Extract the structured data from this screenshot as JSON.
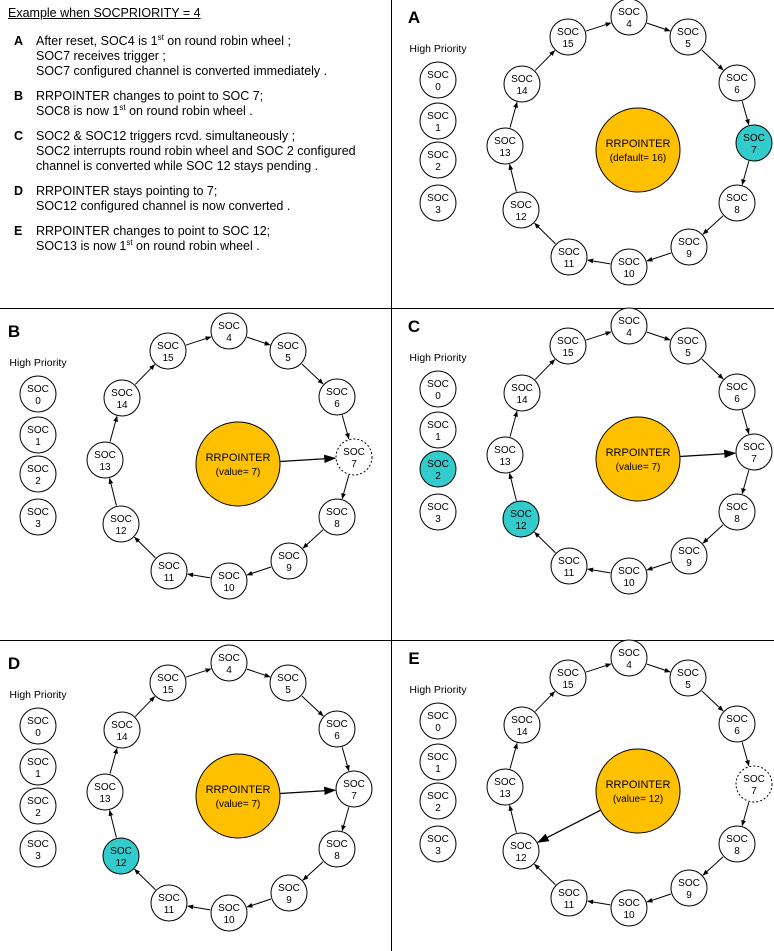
{
  "intro": {
    "title": "Example when SOCPRIORITY  = 4",
    "steps": [
      {
        "letter": "A",
        "lines": [
          {
            "parts": [
              {
                "t": "After reset, SOC4 is 1"
              },
              {
                "t": "st",
                "sup": true
              },
              {
                "t": " on round robin wheel ;"
              }
            ]
          },
          {
            "parts": [
              {
                "t": "SOC7 receives trigger ;"
              }
            ]
          },
          {
            "parts": [
              {
                "t": "SOC7 configured channel is converted immediately  ."
              }
            ]
          }
        ]
      },
      {
        "letter": "B",
        "lines": [
          {
            "parts": [
              {
                "t": "RRPOINTER changes to point to SOC 7;"
              }
            ]
          },
          {
            "parts": [
              {
                "t": "SOC8 is now 1"
              },
              {
                "t": "st",
                "sup": true
              },
              {
                "t": " on round robin wheel ."
              }
            ]
          }
        ]
      },
      {
        "letter": "C",
        "lines": [
          {
            "parts": [
              {
                "t": "SOC2 & SOC12 triggers rcvd. simultaneously ;"
              }
            ]
          },
          {
            "parts": [
              {
                "t": "SOC2 interrupts round robin wheel and SOC 2 configured"
              }
            ]
          },
          {
            "parts": [
              {
                "t": "channel is converted while SOC 12 stays pending ."
              }
            ]
          }
        ]
      },
      {
        "letter": "D",
        "lines": [
          {
            "parts": [
              {
                "t": "RRPOINTER stays pointing to  7;"
              }
            ]
          },
          {
            "parts": [
              {
                "t": "SOC12 configured channel is now converted  ."
              }
            ]
          }
        ]
      },
      {
        "letter": "E",
        "lines": [
          {
            "parts": [
              {
                "t": "RRPOINTER changes to point to SOC 12;"
              }
            ]
          },
          {
            "parts": [
              {
                "t": "SOC13 is now  1"
              },
              {
                "t": "st",
                "sup": true
              },
              {
                "t": " on round robin wheel ."
              }
            ]
          }
        ]
      }
    ]
  },
  "colors": {
    "pointer_fill": "#FFC000",
    "highlight_fill": "#33CCCC",
    "node_fill": "#FFFFFF",
    "stroke": "#000000"
  },
  "node_label": "SOC",
  "high_priority_label": "High Priority",
  "panels": [
    {
      "id": "A",
      "letter": "A",
      "pointer_title": "RRPOINTER",
      "pointer_value": "(default= 16)",
      "pointer_target": null,
      "highlight": [
        7
      ],
      "dashed": []
    },
    {
      "id": "B",
      "letter": "B",
      "pointer_title": "RRPOINTER",
      "pointer_value": "(value= 7)",
      "pointer_target": 7,
      "highlight": [],
      "dashed": [
        7
      ]
    },
    {
      "id": "C",
      "letter": "C",
      "pointer_title": "RRPOINTER",
      "pointer_value": "(value= 7)",
      "pointer_target": 7,
      "highlight": [
        2,
        12
      ],
      "dashed": []
    },
    {
      "id": "D",
      "letter": "D",
      "pointer_title": "RRPOINTER",
      "pointer_value": "(value= 7)",
      "pointer_target": 7,
      "highlight": [
        12
      ],
      "dashed": []
    },
    {
      "id": "E",
      "letter": "E",
      "pointer_title": "RRPOINTER",
      "pointer_value": "(value= 12)",
      "pointer_target": 12,
      "highlight": [],
      "dashed": [
        7
      ]
    }
  ],
  "high_priority_nodes": [
    0,
    1,
    2,
    3
  ],
  "wheel_nodes": [
    4,
    5,
    6,
    7,
    8,
    9,
    10,
    11,
    12,
    13,
    14,
    15
  ]
}
